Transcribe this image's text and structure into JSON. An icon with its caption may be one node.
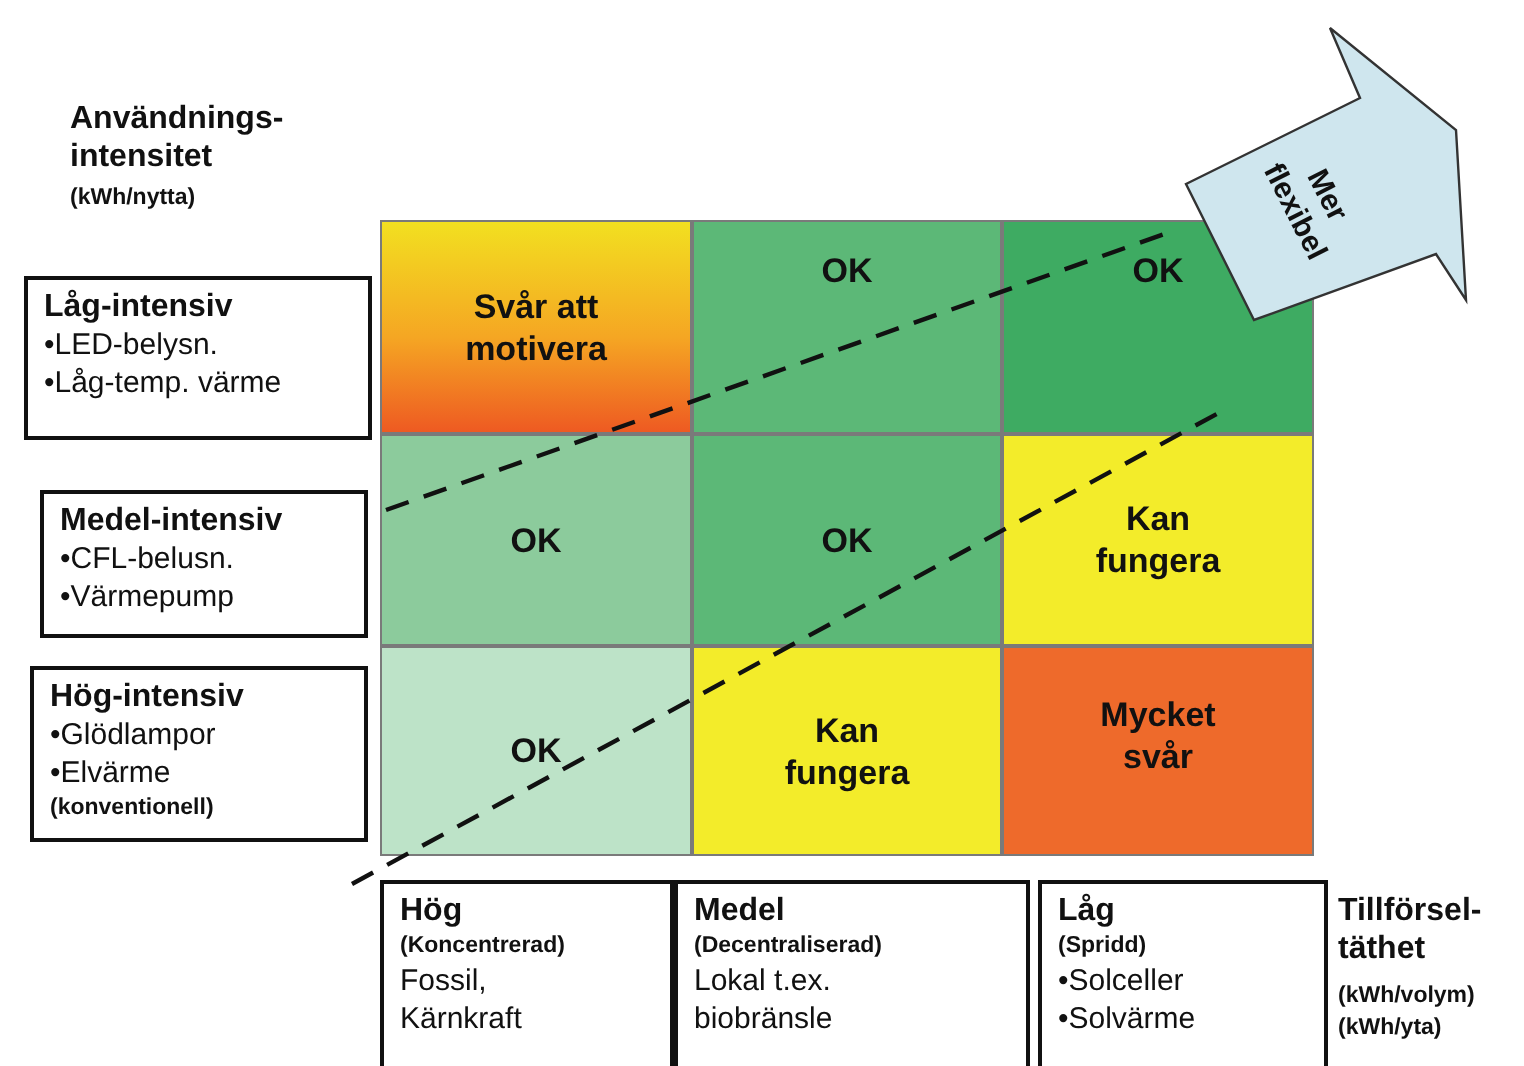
{
  "diagram": {
    "nodes": [
      {
        "text": [
          "Låg-intensiv",
          "•LED-belysn.",
          "•Låg-temp. värme"
        ]
      },
      {
        "text": [
          "Svår att motivera"
        ]
      },
      {
        "text": [
          "OK"
        ]
      },
      {
        "text": [
          "OK"
        ]
      },
      {
        "text": [
          "Medel-intensiv",
          "•CFL-belusn.",
          "•Värmepump"
        ]
      },
      {
        "text": [
          "OK"
        ]
      },
      {
        "text": [
          "OK"
        ]
      },
      {
        "text": [
          "Kan fungera"
        ]
      },
      {
        "text": [
          "Hög-intensiv",
          "•Glödlampor",
          "•Elvärme",
          "(konventionell)"
        ]
      },
      {
        "text": [
          "OK"
        ]
      },
      {
        "text": [
          "Kan fungera"
        ]
      },
      {
        "text": [
          "Mycket svår"
        ]
      },
      {
        "text": [
          "Hög",
          "(Koncentrerad)",
          "Fossil, Kärnkraft"
        ]
      },
      {
        "text": [
          "Medel",
          "(Decentraliserad)",
          "Lokal t.ex. biobränsle"
        ]
      },
      {
        "text": [
          "Låg",
          "(Spridd)",
          "•Solceller",
          "•Solvärme"
        ]
      },
      {
        "text": [
          "Mer flexibel"
        ]
      }
    ],
    "labels": [
      "Användnings- intensitet",
      "(kWh/nytta)",
      "Tillförsel- täthet",
      "(kWh/volym)",
      "(kWh/yta)"
    ]
  }
}
